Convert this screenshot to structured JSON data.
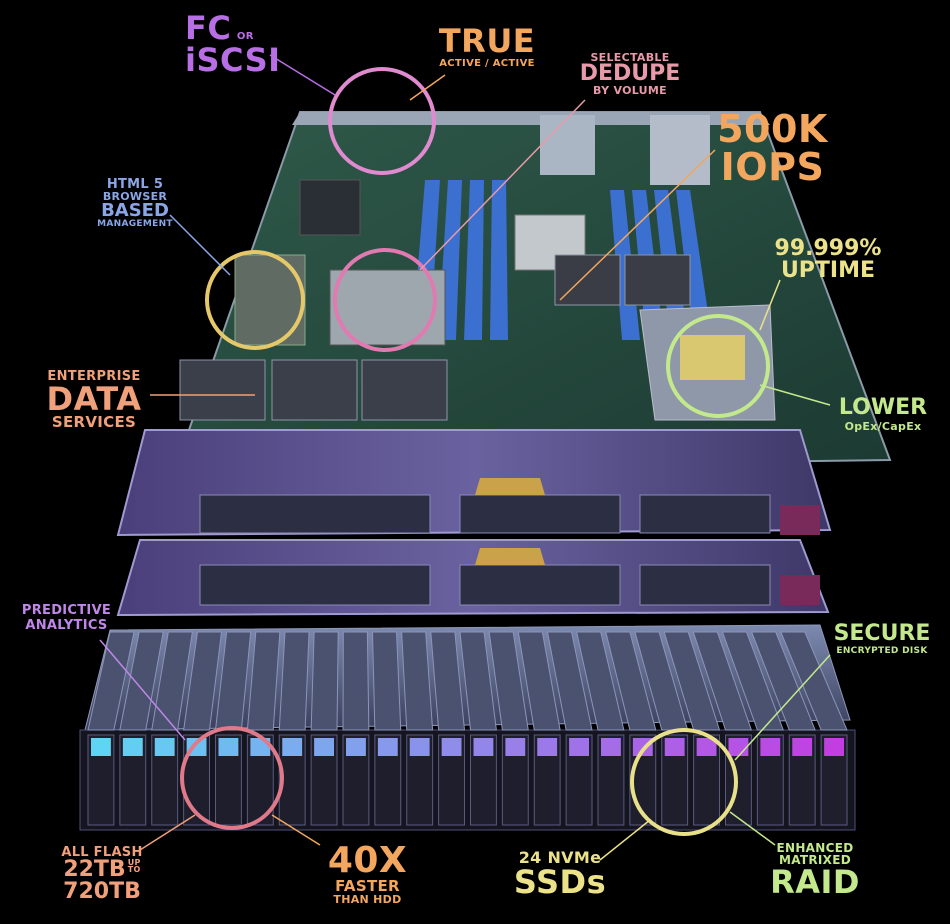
{
  "colors": {
    "purple": "#b86fe6",
    "orange": "#f2a65e",
    "peach": "#f0a07a",
    "blue": "#8aa6e6",
    "yellow": "#ece28a",
    "green": "#c3e98c",
    "pink": "#e89aa8",
    "violet": "#c087e8"
  },
  "labels": {
    "fc": {
      "l1": "FC",
      "or": "OR",
      "l2": "iSCSI"
    },
    "true": {
      "l1": "TRUE",
      "l2": "ACTIVE / ACTIVE"
    },
    "dedupe": {
      "l1": "SELECTABLE",
      "l2": "DEDUPE",
      "l3": "BY VOLUME"
    },
    "iops": {
      "l1": "500K",
      "l2": "IOPS"
    },
    "html5": {
      "l1": "HTML 5",
      "l2": "BROWSER",
      "l3": "BASED",
      "l4": "MANAGEMENT"
    },
    "uptime": {
      "l1": "99.999%",
      "l2": "UPTIME"
    },
    "data": {
      "l1": "ENTERPRISE",
      "l2": "DATA",
      "l3": "SERVICES"
    },
    "lower": {
      "l1": "LOWER",
      "l2": "OpEx/CapEx"
    },
    "predictive": {
      "l1": "PREDICTIVE",
      "l2": "ANALYTICS"
    },
    "secure": {
      "l1": "SECURE",
      "l2": "ENCRYPTED DISK"
    },
    "flash": {
      "l1": "ALL FLASH",
      "l2": "22TB",
      "up": "UP",
      "to": "TO",
      "l3": "720TB"
    },
    "faster": {
      "l1": "40X",
      "l2": "FASTER",
      "l3": "THAN HDD"
    },
    "nvme": {
      "l1": "24 NVMe",
      "l2": "SSDs"
    },
    "raid": {
      "l1": "ENHANCED",
      "l2": "MATRIXED",
      "l3": "RAID"
    }
  }
}
